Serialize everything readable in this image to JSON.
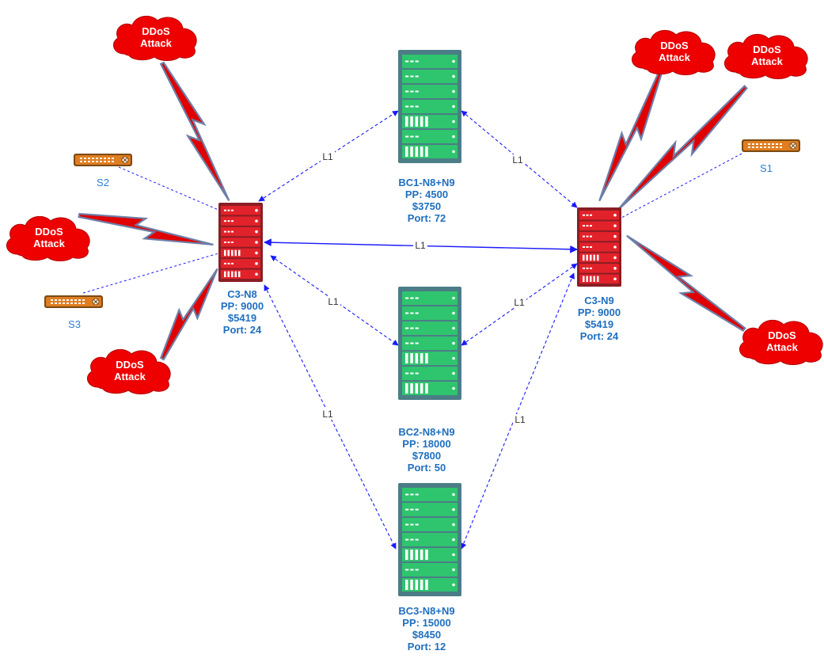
{
  "colors": {
    "link": "#1a1aff",
    "link_label": "#333333",
    "cloud": "#ee0000",
    "cloud_text": "#ffffff",
    "bolt_fill": "#e00000",
    "bolt_stroke": "#6d7fa8",
    "core_server": "#e2222a",
    "core_server_dark": "#8a1d24",
    "backup_server": "#2fc46e",
    "backup_server_dark": "#4b7d86",
    "switch": "#e07d1f",
    "switch_dark": "#7a4a14",
    "server_label": "#1f6fbf",
    "switch_label": "#2a7fd6"
  },
  "servers": [
    {
      "id": "c3n8",
      "type": "core",
      "name": "C3-N8",
      "pp": "PP: 9000",
      "price": "$5419",
      "port": "Port: 24"
    },
    {
      "id": "c3n9",
      "type": "core",
      "name": "C3-N9",
      "pp": "PP: 9000",
      "price": "$5419",
      "port": "Port: 24"
    },
    {
      "id": "bc1",
      "type": "backup",
      "name": "BC1-N8+N9",
      "pp": "PP: 4500",
      "price": "$3750",
      "port": "Port: 72"
    },
    {
      "id": "bc2",
      "type": "backup",
      "name": "BC2-N8+N9",
      "pp": "PP: 18000",
      "price": "$7800",
      "port": "Port: 50"
    },
    {
      "id": "bc3",
      "type": "backup",
      "name": "BC3-N8+N9",
      "pp": "PP: 15000",
      "price": "$8450",
      "port": "Port: 12"
    }
  ],
  "switches": [
    {
      "id": "s1",
      "label": "S1"
    },
    {
      "id": "s2",
      "label": "S2"
    },
    {
      "id": "s3",
      "label": "S3"
    }
  ],
  "ddos_clouds": [
    {
      "id": "d1",
      "line1": "DDoS",
      "line2": "Attack"
    },
    {
      "id": "d2",
      "line1": "DDoS",
      "line2": "Attack"
    },
    {
      "id": "d3",
      "line1": "DDoS",
      "line2": "Attack"
    },
    {
      "id": "d4",
      "line1": "DDoS",
      "line2": "Attack"
    },
    {
      "id": "d5",
      "line1": "DDoS",
      "line2": "Attack"
    },
    {
      "id": "d6",
      "line1": "DDoS",
      "line2": "Attack"
    }
  ],
  "links": [
    {
      "from": "c3n8",
      "to": "bc1",
      "label": "L1",
      "style": "dashed"
    },
    {
      "from": "c3n8",
      "to": "bc2",
      "label": "L1",
      "style": "dashed"
    },
    {
      "from": "c3n8",
      "to": "bc3",
      "label": "L1",
      "style": "dashed"
    },
    {
      "from": "c3n9",
      "to": "bc1",
      "label": "L1",
      "style": "dashed"
    },
    {
      "from": "c3n9",
      "to": "bc2",
      "label": "L1",
      "style": "dashed"
    },
    {
      "from": "c3n9",
      "to": "bc3",
      "label": "L1",
      "style": "dashed"
    },
    {
      "from": "c3n8",
      "to": "c3n9",
      "label": "L1",
      "style": "solid"
    }
  ],
  "switch_links": [
    {
      "from": "s1",
      "to": "c3n9"
    },
    {
      "from": "s2",
      "to": "c3n8"
    },
    {
      "from": "s3",
      "to": "c3n8"
    }
  ],
  "attacks": [
    {
      "from": "d1",
      "to": "c3n8"
    },
    {
      "from": "d2",
      "to": "c3n8"
    },
    {
      "from": "d3",
      "to": "c3n8"
    },
    {
      "from": "d4",
      "to": "c3n9"
    },
    {
      "from": "d5",
      "to": "c3n9"
    },
    {
      "from": "d6",
      "to": "c3n9"
    }
  ]
}
